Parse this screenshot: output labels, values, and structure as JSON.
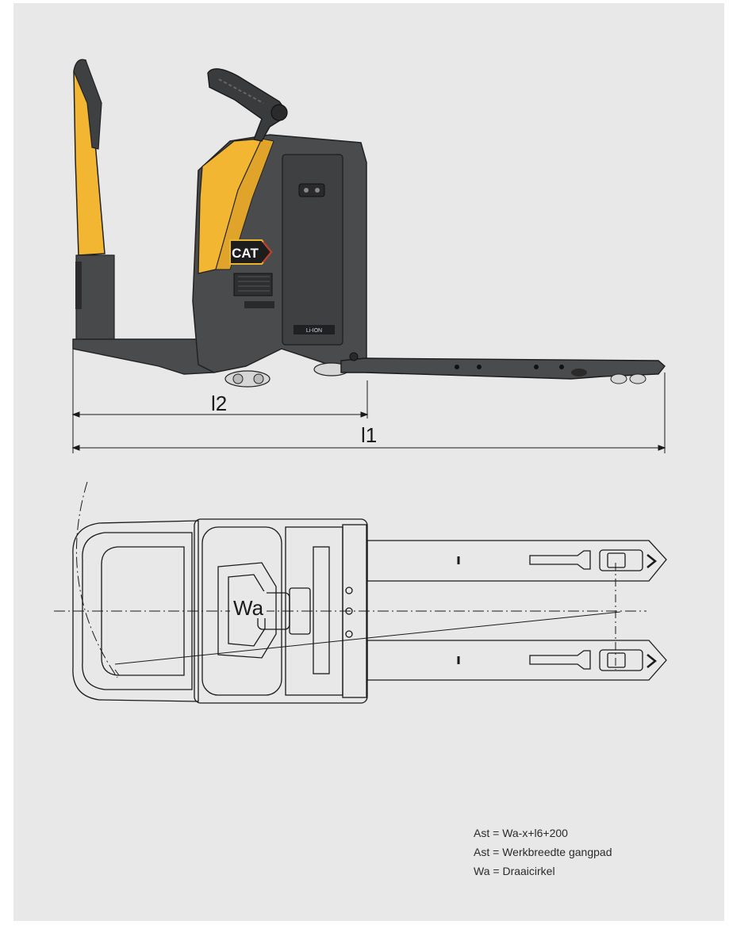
{
  "side_view": {
    "dimensions": {
      "l2": "l2",
      "l1": "l1"
    },
    "logo_text": "CAT",
    "badge_text": "Li-ION"
  },
  "top_view": {
    "turning_radius_label": "Wa"
  },
  "legend": [
    {
      "key": "Ast",
      "eq": "=",
      "value": "Wa-x+l6+200"
    },
    {
      "key": "Ast",
      "eq": "=",
      "value": "Werkbreedte gangpad"
    },
    {
      "key": "Wa",
      "eq": "=",
      "value": "Draaicirkel"
    }
  ],
  "colors": {
    "background": "#e8e8e9",
    "body_dark": "#4a4b4d",
    "accent_yellow": "#f2b632",
    "line": "#1a1a1a"
  }
}
